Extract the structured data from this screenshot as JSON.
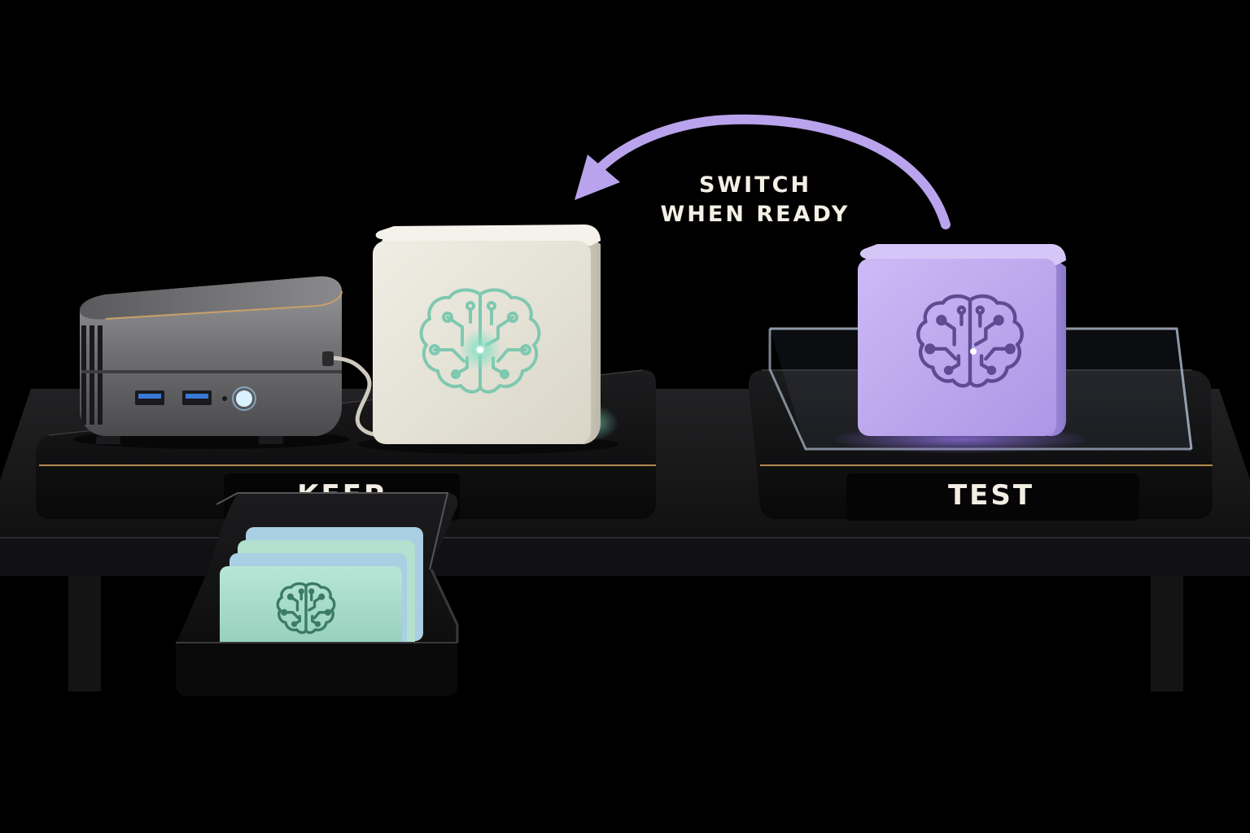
{
  "annotation": {
    "line1": "SWITCH",
    "line2": "WHEN READY"
  },
  "trays": {
    "keep_label": "KEEP",
    "test_label": "TEST"
  },
  "colors": {
    "background": "#000000",
    "arrow": "#b9a3ec",
    "active_cube": "#e9e6da",
    "active_glow": "#7fe0c2",
    "test_cube": "#bba6ee",
    "test_icon": "#5e4b92",
    "backup_card": "#a8dcc8",
    "label_text": "#f2eee4",
    "gold_trim": "#b58a4e"
  },
  "icons": {
    "pc": "mini-pc-icon",
    "cube": "brain-circuit-icon"
  }
}
